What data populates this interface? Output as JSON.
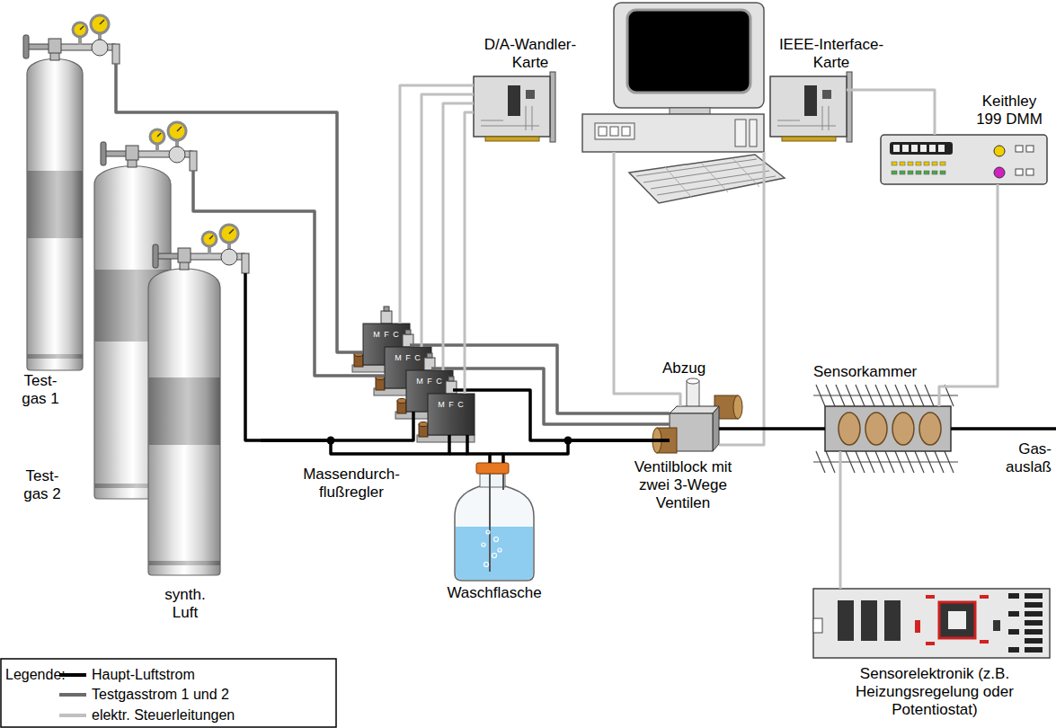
{
  "diagram": {
    "nodes": [
      {
        "text": [
          "Test- gas 1"
        ]
      },
      {
        "text": [
          "Test- gas 2"
        ]
      },
      {
        "text": [
          "synth. Luft"
        ]
      },
      {
        "text": [
          "M F C"
        ]
      },
      {
        "text": [
          "M F C"
        ]
      },
      {
        "text": [
          "M F C"
        ]
      },
      {
        "text": [
          "M F C"
        ]
      },
      {
        "text": [
          "Waschflasche"
        ]
      },
      {
        "text": [
          "D/A-Wandler- Karte"
        ]
      },
      {
        "text": [
          "IEEE-Interface- Karte"
        ]
      },
      {
        "text": [
          "Keithley 199 DMM"
        ]
      },
      {
        "text": [
          "Ventilblock mit zwei 3-Wege Ventilen"
        ]
      },
      {
        "text": [
          "Sensorkammer"
        ]
      },
      {
        "text": [
          "Sensorelektronik (z.B. Heizungsregelung oder Potentiostat)"
        ]
      }
    ],
    "edges": [
      {
        "from": 0,
        "to": 3,
        "arrow": "none"
      },
      {
        "from": 1,
        "to": 4,
        "arrow": "none"
      },
      {
        "from": 2,
        "to": 5,
        "arrow": "none"
      },
      {
        "from": 2,
        "to": 6,
        "arrow": "none"
      },
      {
        "from": 6,
        "to": 7,
        "arrow": "none"
      },
      {
        "from": 7,
        "to": 11,
        "arrow": "none"
      },
      {
        "from": 5,
        "to": 11,
        "arrow": "none"
      },
      {
        "from": 3,
        "to": 11,
        "arrow": "none"
      },
      {
        "from": 4,
        "to": 11,
        "arrow": "none"
      },
      {
        "from": 11,
        "to": 12,
        "arrow": "none"
      },
      {
        "from": 8,
        "to": 3,
        "arrow": "none"
      },
      {
        "from": 8,
        "to": 4,
        "arrow": "none"
      },
      {
        "from": 8,
        "to": 5,
        "arrow": "none"
      },
      {
        "from": 8,
        "to": 6,
        "arrow": "none"
      },
      {
        "from": 9,
        "to": 10,
        "arrow": "none"
      },
      {
        "from": 10,
        "to": 12,
        "arrow": "none"
      },
      {
        "from": 13,
        "to": 12,
        "arrow": "none"
      }
    ],
    "labels": [
      "Abzug",
      "Massendurch- flußregler",
      "Gas- auslaß",
      "Legende:"
    ],
    "legend": [
      {
        "text": "Haupt-Luftstrom"
      },
      {
        "text": "Testgasstrom 1 und 2"
      },
      {
        "text": "elektr. Steuerleitungen"
      }
    ]
  }
}
